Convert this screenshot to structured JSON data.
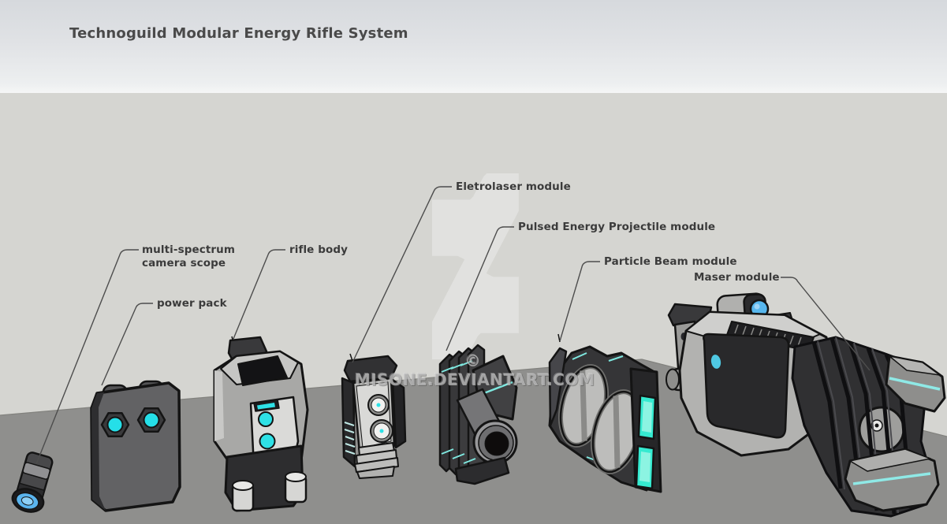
{
  "page": {
    "title": "Technoguild Modular Energy Rifle System"
  },
  "diagram": {
    "labels": [
      {
        "id": "multi-spectrum-camera-scope",
        "text": "multi-spectrum\ncamera scope"
      },
      {
        "id": "power-pack",
        "text": "power pack"
      },
      {
        "id": "rifle-body",
        "text": "rifle body"
      },
      {
        "id": "eletrolaser-module",
        "text": "Eletrolaser module"
      },
      {
        "id": "pulsed-energy-projectile-module",
        "text": "Pulsed Energy Projectile module"
      },
      {
        "id": "particle-beam-module",
        "text": "Particle Beam module"
      },
      {
        "id": "maser-module",
        "text": "Maser module"
      }
    ]
  },
  "watermark": {
    "logo": "deviantart-logo",
    "text": "© MISONE.DEVIANTART.COM"
  },
  "colors": {
    "header_top": "#d6d9dd",
    "header_bottom": "#f5f6f6",
    "title_text": "#4a4a4a",
    "wall": "#d5d5d1",
    "floor": "#8f8f8d",
    "label_text": "#3b3b3b",
    "leader_line": "#4d4d4d",
    "accent_cyan": "#2ee1e6",
    "glow_teal": "#35ead0",
    "lens_blue": "#57b7ee",
    "dark_metal": "#313133",
    "mid_metal": "#8f8f8d",
    "light_metal": "#b8b8b6"
  }
}
